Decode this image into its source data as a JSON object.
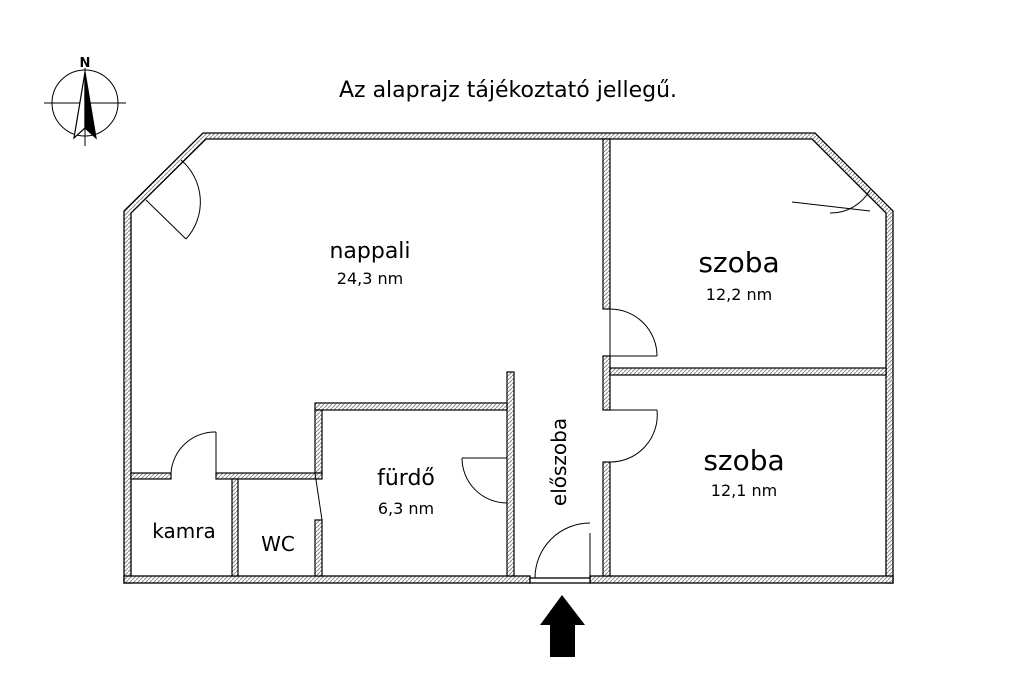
{
  "notice": "Az alaprajz tájékoztató jellegű.",
  "compass": {
    "label": "N",
    "icon": "north-arrow-icon"
  },
  "rooms": [
    {
      "id": "nappali",
      "name": "nappali",
      "area": "24,3 nm"
    },
    {
      "id": "szoba1",
      "name": "szoba",
      "area": "12,2 nm"
    },
    {
      "id": "szoba2",
      "name": "szoba",
      "area": "12,1 nm"
    },
    {
      "id": "furdo",
      "name": "fürdő",
      "area": "6,3 nm"
    },
    {
      "id": "eloszoba",
      "name": "előszoba"
    },
    {
      "id": "kamra",
      "name": "kamra"
    },
    {
      "id": "wc",
      "name": "WC"
    }
  ],
  "entrance": {
    "icon": "entrance-arrow-icon"
  },
  "colors": {
    "wall": "#000000",
    "hatch": "#9a9a9a",
    "background": "#ffffff"
  }
}
